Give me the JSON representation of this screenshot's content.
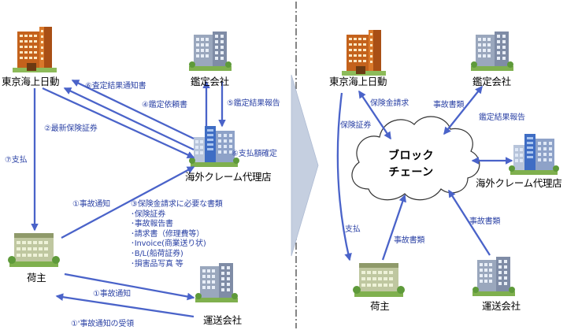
{
  "left": {
    "nodes": {
      "tokio": "東京海上日動",
      "adjuster": "鑑定会社",
      "agent": "海外クレーム代理店",
      "shipper": "荷主",
      "carrier": "運送会社"
    },
    "edges": {
      "e6_notice": "⑥査定結果通知書",
      "e4_request": "④鑑定依頼書",
      "e5_report": "⑤鑑定結果報告",
      "e2_cert": "②最新保険証券",
      "e6_confirm": "⑥支払額確定",
      "e7_pay": "⑦支払",
      "e1_notice_agent": "①事故通知",
      "e1_notice_carrier": "①事故通知",
      "e1_receipt": "①'事故通知の受領"
    },
    "docs_title": "③保険金請求に必要な書類",
    "docs": [
      "･保険証券",
      "･事故報告書",
      "･請求書（修理費等）",
      "･Invoice(商業送り状)",
      "･B/L(船荷証券)",
      "･損害品写真 等"
    ]
  },
  "right": {
    "nodes": {
      "tokio": "東京海上日動",
      "adjuster": "鑑定会社",
      "agent": "海外クレーム代理店",
      "shipper": "荷主",
      "carrier": "運送会社"
    },
    "blockchain": [
      "ブロック",
      "チェーン"
    ],
    "edges": {
      "claim": "保険金請求",
      "cert": "保険証券",
      "incident_docs_adjuster": "事故書類",
      "adjuster_report": "鑑定結果報告",
      "pay": "支払",
      "incident_docs_shipper": "事故書類",
      "incident_docs_carrier": "事故書類"
    }
  },
  "colors": {
    "arrow": "#4a63c9",
    "label": "#2e44a6",
    "divider": "#444444",
    "transition": "#c5cfe0"
  }
}
